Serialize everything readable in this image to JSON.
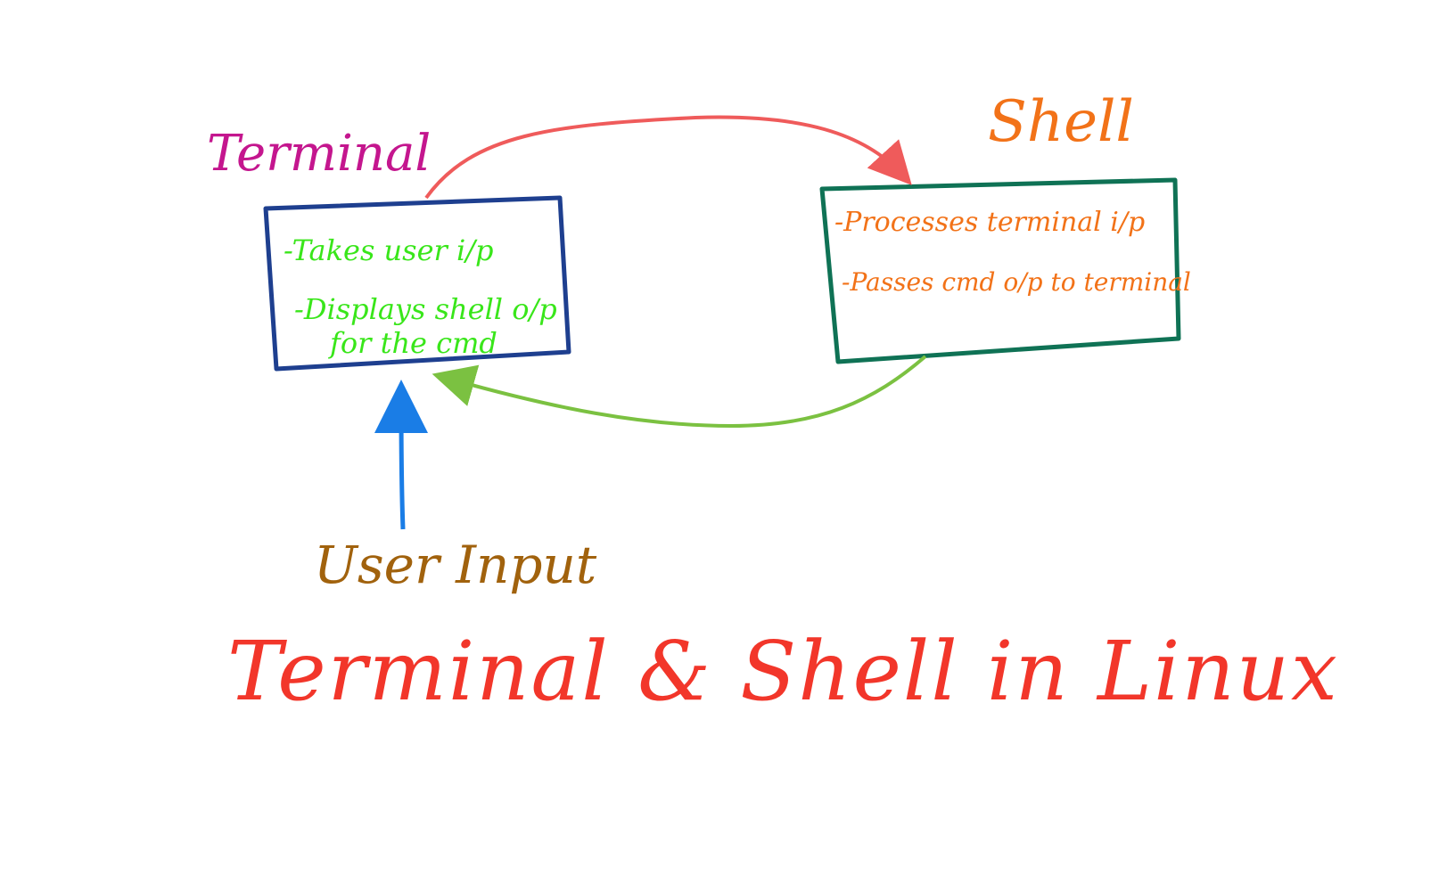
{
  "title": "Terminal & Shell in Linux",
  "terminal": {
    "label": "Terminal",
    "lines": [
      "-Takes user i/p",
      "-Displays shell o/p",
      "for the cmd"
    ]
  },
  "shell": {
    "label": "Shell",
    "lines": [
      "-Processes terminal i/p",
      "-Passes cmd o/p to terminal"
    ]
  },
  "user_input": {
    "label": "User Input"
  },
  "colors": {
    "terminal_label": "#c4168e",
    "terminal_box": "#1e3f8f",
    "terminal_text": "#39e61a",
    "shell_label": "#f27218",
    "shell_box": "#0f7255",
    "shell_text": "#f27218",
    "arrow_to_shell": "#ef5b5b",
    "arrow_to_terminal": "#7bc141",
    "arrow_user": "#1a7de6",
    "user_input": "#a1620d",
    "title": "#f2362a"
  }
}
